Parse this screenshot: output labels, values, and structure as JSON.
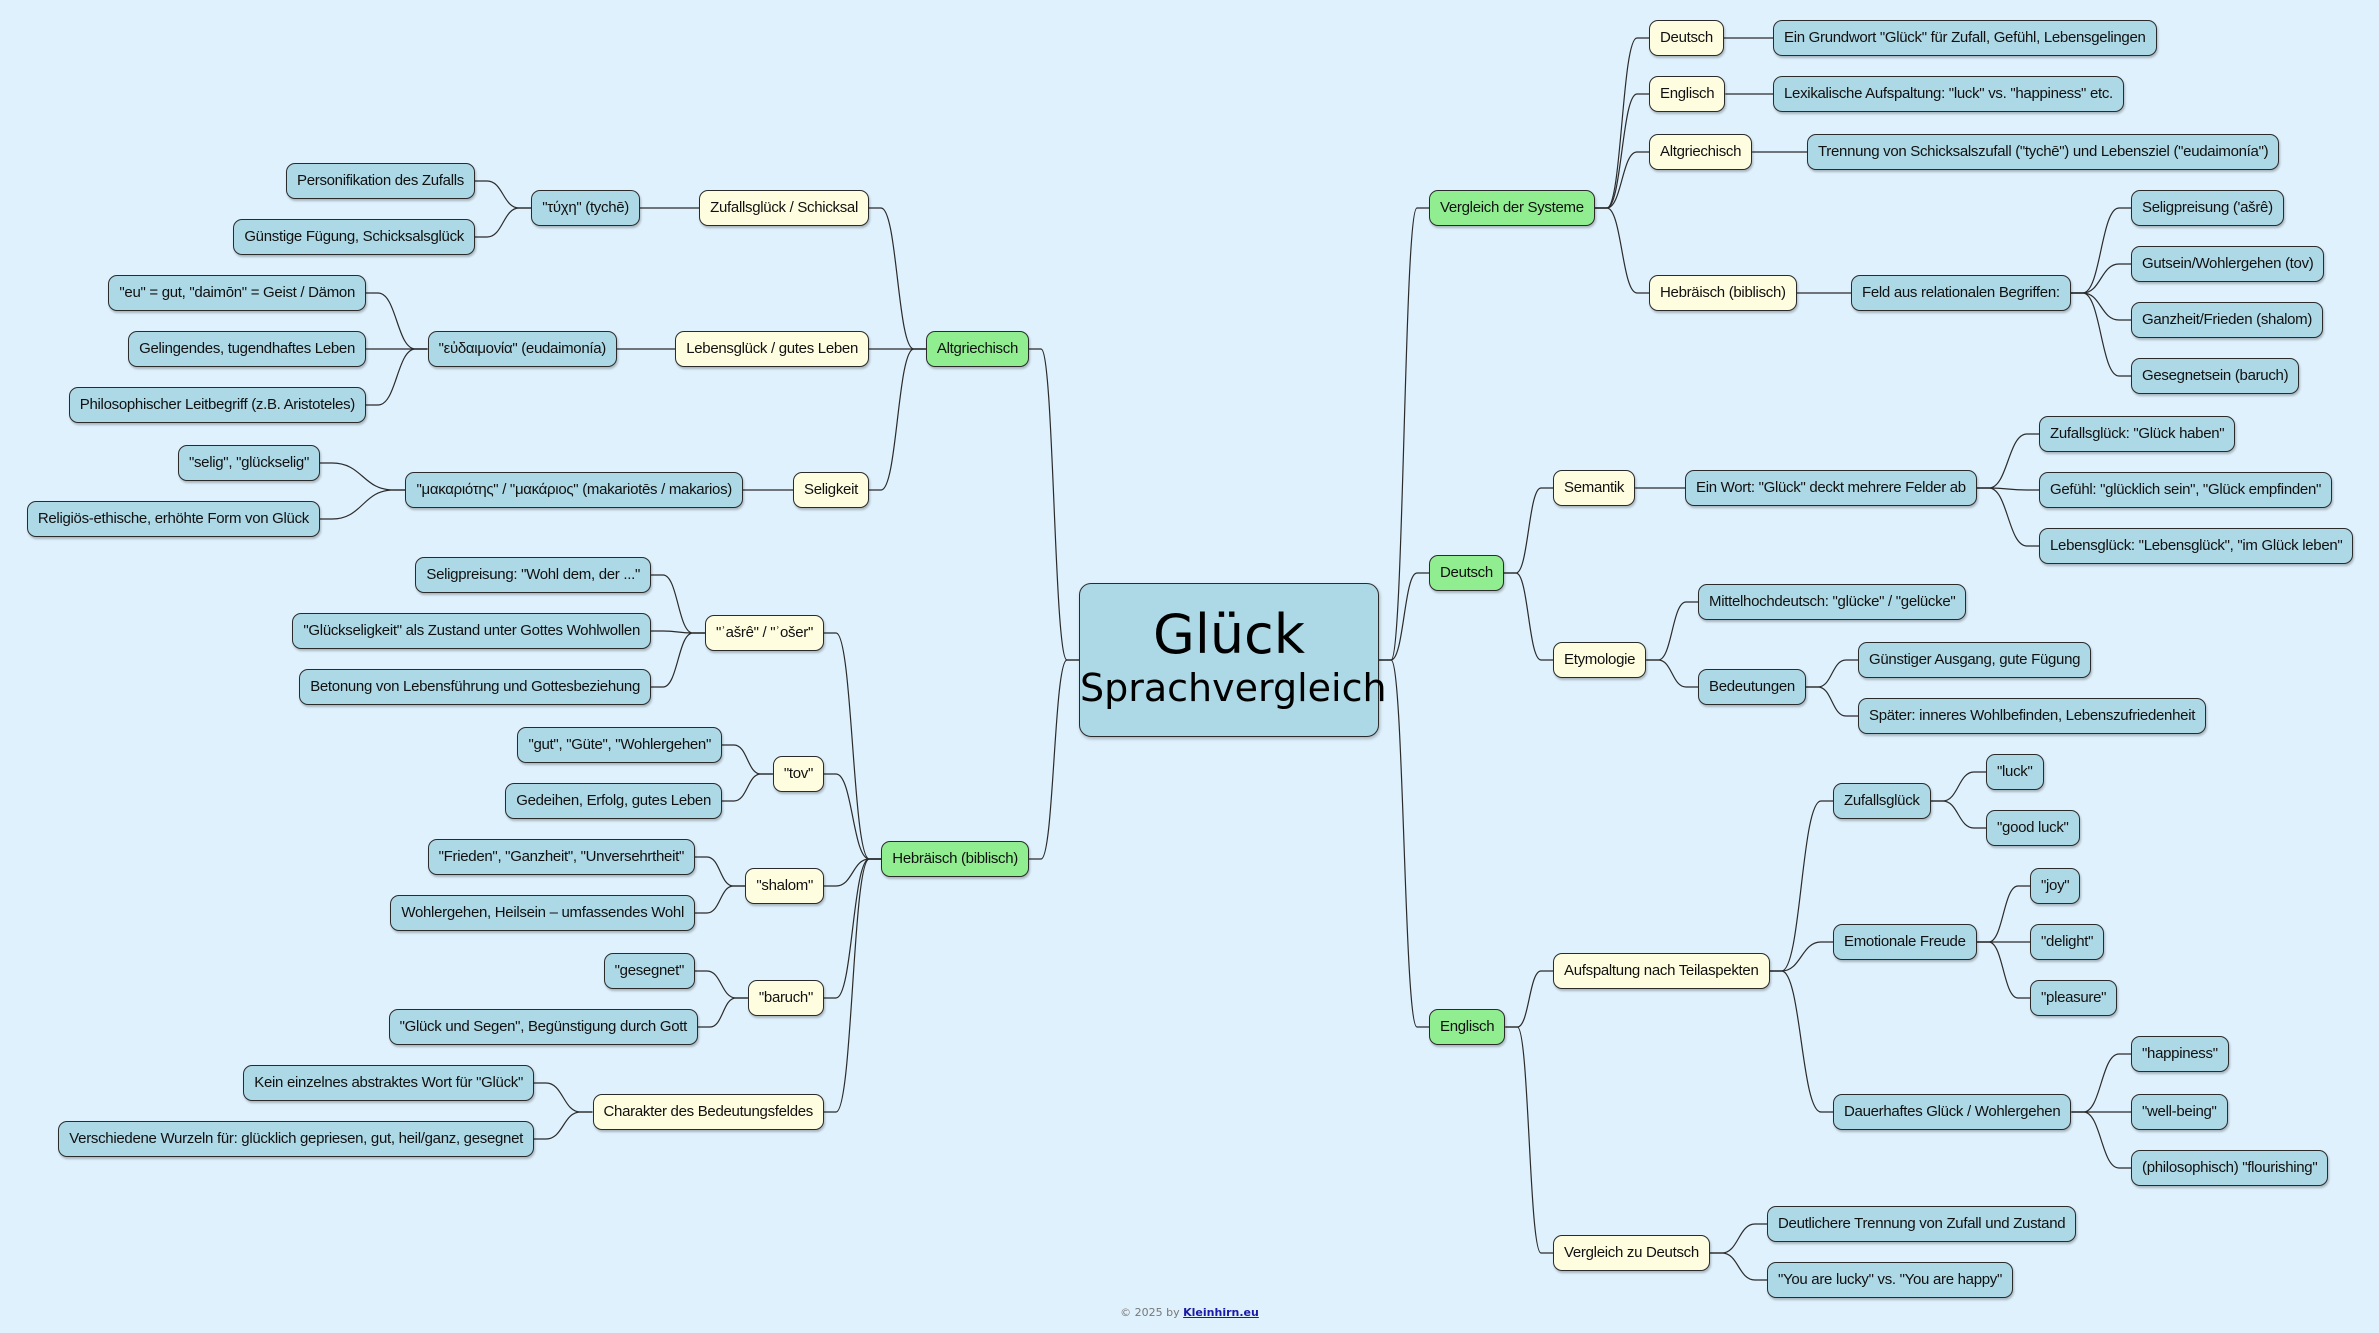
{
  "root": {
    "title": "Glück",
    "subtitle": "Sprachvergleich"
  },
  "branches": [
    {
      "label": "Vergleich der Systeme",
      "children": [
        {
          "label": "Deutsch",
          "children": [
            {
              "label": "Ein Grundwort \"Glück\" für Zufall, Gefühl, Lebensgelingen"
            }
          ]
        },
        {
          "label": "Englisch",
          "children": [
            {
              "label": "Lexikalische Aufspaltung: \"luck\" vs. \"happiness\" etc."
            }
          ]
        },
        {
          "label": "Altgriechisch",
          "children": [
            {
              "label": "Trennung von Schicksalszufall (\"tychē\") und Lebensziel (\"eudaimonía\")"
            }
          ]
        },
        {
          "label": "Hebräisch (biblisch)",
          "children": [
            {
              "label": "Feld aus relationalen Begriffen:",
              "children": [
                {
                  "label": "Seligpreisung ('ašrê)"
                },
                {
                  "label": "Gutsein/Wohlergehen (tov)"
                },
                {
                  "label": "Ganzheit/Frieden (shalom)"
                },
                {
                  "label": "Gesegnetsein (baruch)"
                }
              ]
            }
          ]
        }
      ]
    },
    {
      "label": "Deutsch",
      "children": [
        {
          "label": "Semantik",
          "children": [
            {
              "label": "Ein Wort: \"Glück\" deckt mehrere Felder ab",
              "children": [
                {
                  "label": "Zufallsglück: \"Glück haben\""
                },
                {
                  "label": "Gefühl: \"glücklich sein\", \"Glück empfinden\""
                },
                {
                  "label": "Lebensglück: \"Lebensglück\", \"im Glück leben\""
                }
              ]
            }
          ]
        },
        {
          "label": "Etymologie",
          "children": [
            {
              "label": "Mittelhochdeutsch: \"glücke\" / \"gelücke\""
            },
            {
              "label": "Bedeutungen",
              "children": [
                {
                  "label": "Günstiger Ausgang, gute Fügung"
                },
                {
                  "label": "Später: inneres Wohlbefinden, Lebenszufriedenheit"
                }
              ]
            }
          ]
        }
      ]
    },
    {
      "label": "Englisch",
      "children": [
        {
          "label": "Aufspaltung nach Teilaspekten",
          "children": [
            {
              "label": "Zufallsglück",
              "children": [
                {
                  "label": "\"luck\""
                },
                {
                  "label": "\"good luck\""
                }
              ]
            },
            {
              "label": "Emotionale Freude",
              "children": [
                {
                  "label": "\"joy\""
                },
                {
                  "label": "\"delight\""
                },
                {
                  "label": "\"pleasure\""
                }
              ]
            },
            {
              "label": "Dauerhaftes Glück / Wohlergehen",
              "children": [
                {
                  "label": "\"happiness\""
                },
                {
                  "label": "\"well-being\""
                },
                {
                  "label": "(philosophisch) \"flourishing\""
                }
              ]
            }
          ]
        },
        {
          "label": "Vergleich zu Deutsch",
          "children": [
            {
              "label": "Deutlichere Trennung von Zufall und Zustand"
            },
            {
              "label": "\"You are lucky\" vs. \"You are happy\""
            }
          ]
        }
      ]
    },
    {
      "label": "Altgriechisch",
      "children": [
        {
          "label": "Zufallsglück / Schicksal",
          "children": [
            {
              "label": "\"τύχη\" (tychē)",
              "children": [
                {
                  "label": "Personifikation des Zufalls"
                },
                {
                  "label": "Günstige Fügung, Schicksalsglück"
                }
              ]
            }
          ]
        },
        {
          "label": "Lebensglück / gutes Leben",
          "children": [
            {
              "label": "\"εὐδαιμονία\" (eudaimonía)",
              "children": [
                {
                  "label": "\"eu\" = gut, \"daimōn\" = Geist / Dämon"
                },
                {
                  "label": "Gelingendes, tugendhaftes Leben"
                },
                {
                  "label": "Philosophischer Leitbegriff (z.B. Aristoteles)"
                }
              ]
            }
          ]
        },
        {
          "label": "Seligkeit",
          "children": [
            {
              "label": "\"μακαριότης\" / \"μακάριος\" (makariotēs / makarios)",
              "children": [
                {
                  "label": "\"selig\", \"glückselig\""
                },
                {
                  "label": "Religiös-ethische, erhöhte Form von Glück"
                }
              ]
            }
          ]
        }
      ]
    },
    {
      "label": "Hebräisch (biblisch)",
      "children": [
        {
          "label": "\"ʾašrê\" / \"ʾošer\"",
          "children": [
            {
              "label": "Seligpreisung: \"Wohl dem, der ...\""
            },
            {
              "label": "\"Glückseligkeit\" als Zustand unter Gottes Wohlwollen"
            },
            {
              "label": "Betonung von Lebensführung und Gottesbeziehung"
            }
          ]
        },
        {
          "label": "\"tov\"",
          "children": [
            {
              "label": "\"gut\", \"Güte\", \"Wohlergehen\""
            },
            {
              "label": "Gedeihen, Erfolg, gutes Leben"
            }
          ]
        },
        {
          "label": "\"shalom\"",
          "children": [
            {
              "label": "\"Frieden\", \"Ganzheit\", \"Unversehrtheit\""
            },
            {
              "label": "Wohlergehen, Heilsein – umfassendes Wohl"
            }
          ]
        },
        {
          "label": "\"baruch\"",
          "children": [
            {
              "label": "\"gesegnet\""
            },
            {
              "label": "\"Glück und Segen\", Begünstigung durch Gott"
            }
          ]
        },
        {
          "label": "Charakter des Bedeutungsfeldes",
          "children": [
            {
              "label": "Kein einzelnes abstraktes Wort für \"Glück\""
            },
            {
              "label": "Verschiedene Wurzeln für: glücklich gepriesen, gut, heil/ganz, gesegnet"
            }
          ]
        }
      ]
    }
  ],
  "footer": {
    "copyright": "© 2025 by",
    "link": "Kleinhirn.eu"
  },
  "colors": {
    "background": "#dff1fd",
    "level1": "#90ee90",
    "level2": "#fffde0",
    "leaf": "#add8e6",
    "root": "#add8e6"
  }
}
